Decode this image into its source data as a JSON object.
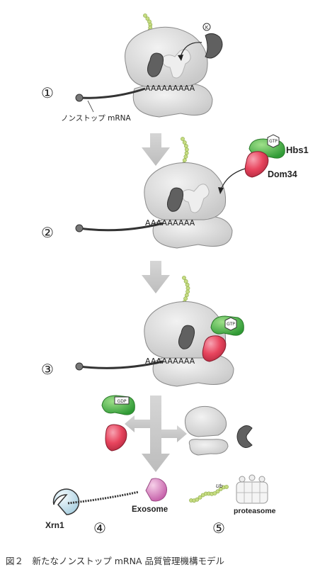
{
  "labels": {
    "nonstop_mrna": "ノンストップ mRNA",
    "hbs1": "Hbs1",
    "dom34": "Dom34",
    "gtp": "GTP",
    "gdp": "GDP",
    "xrn1": "Xrn1",
    "exosome": "Exosome",
    "proteasome": "proteasome",
    "polyA": "AAAAAAAAA",
    "ub": "Ub",
    "k": "K"
  },
  "steps": [
    "①",
    "②",
    "③",
    "④",
    "⑤"
  ],
  "caption": "図２　新たなノンストップ mRNA 品質管理機構モデル",
  "colors": {
    "ribosome": "#d9d9d9",
    "ribosome_stroke": "#8a8a8a",
    "trna": "#e8e8e8",
    "dark_protein": "#5e5e5e",
    "peptide": "#c6dc82",
    "hbs1": "#4fb24a",
    "dom34": "#e8455e",
    "exosome": "#d97ab9",
    "xrn1": "#cfe6ef",
    "arrow": "#c7c7c7",
    "mrna": "#333333"
  }
}
